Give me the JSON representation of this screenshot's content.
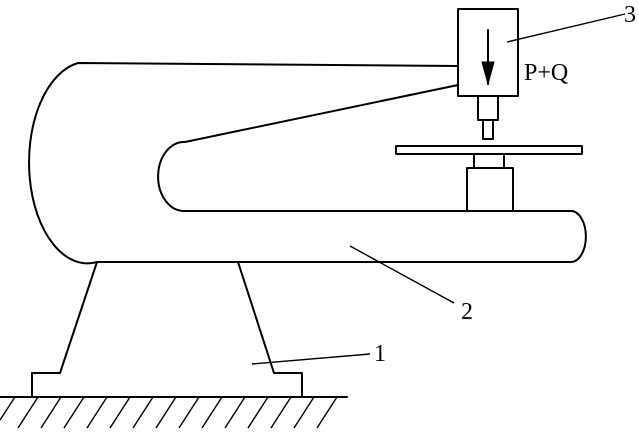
{
  "labels": {
    "base": "1",
    "frame": "2",
    "ram": "3",
    "force": "P+Q"
  },
  "colors": {
    "ink": "#000000",
    "paper": "#ffffff"
  },
  "icons": {
    "force_arrow": "arrow-down-icon",
    "ground": "hatched-ground-icon"
  }
}
